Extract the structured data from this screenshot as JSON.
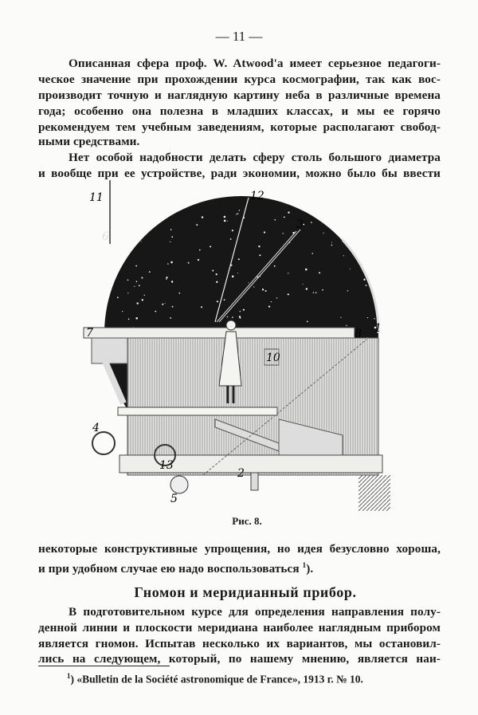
{
  "page_number": "— 11 —",
  "paragraph1": [
    "Описанная сфера проф. W. Atwood'a имеет серьезное педагоги-",
    "ческое значение при прохождении курса космографии, так как вос-",
    "производит точную и наглядную картину неба в различные времена",
    "года; особенно она полезна в младших классах, и мы ее горячо",
    "рекомендуем тем учебным заведениям, которые располагают свобод-",
    "ными средствами."
  ],
  "paragraph2": [
    "Нет особой надобности делать сферу столь большого диаметра",
    "и вообще при ее устройстве, ради экономии, можно было бы ввести"
  ],
  "figure": {
    "labels": [
      "11",
      "12",
      "3",
      "6",
      "7",
      "8",
      "1",
      "10",
      "4",
      "13",
      "2",
      "5"
    ],
    "caption": "Рис. 8."
  },
  "paragraph3": [
    "некоторые конструктивные упрощения, но идея безусловно хороша,",
    "и при удобном случае ею надо воспользоваться"
  ],
  "footnote_ref": "1",
  "footnote_ref_close": ").",
  "heading": "Гномон и меридианный прибор.",
  "paragraph4": [
    "В подготовительном курсе для определения направления полу-",
    "денной линии и плоскости меридиана наиболее наглядным прибором",
    "является гномон. Испытав несколько их вариантов, мы остановил-",
    "лись на следующем, который, по нашему мнению, является наи-"
  ],
  "footnote": {
    "marker": "1",
    "text": ") «Bulletin de la Société astronomique de France», 1913 г. № 10."
  }
}
